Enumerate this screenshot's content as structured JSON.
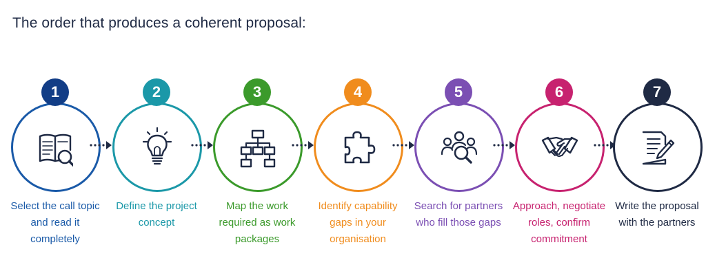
{
  "title": "The order that produces a coherent proposal:",
  "steps": [
    {
      "number": "1",
      "label": "Select the call topic and read it completely",
      "color": "#1a5aa8",
      "badge_color": "#123d86",
      "icon": "book-search-icon"
    },
    {
      "number": "2",
      "label": "Define the project concept",
      "color": "#1b98a8",
      "badge_color": "#1b98a8",
      "icon": "lightbulb-icon"
    },
    {
      "number": "3",
      "label": "Map the work required as work packages",
      "color": "#3b9a2b",
      "badge_color": "#3b9a2b",
      "icon": "flowchart-icon"
    },
    {
      "number": "4",
      "label": "Identify capability gaps in your organisation",
      "color": "#f08c1d",
      "badge_color": "#f08c1d",
      "icon": "puzzle-icon"
    },
    {
      "number": "5",
      "label": "Search for partners who fill those gaps",
      "color": "#7b4fb3",
      "badge_color": "#7b4fb3",
      "icon": "people-search-icon"
    },
    {
      "number": "6",
      "label": "Approach, negotiate roles, confirm commitment",
      "color": "#c7226f",
      "badge_color": "#c7226f",
      "icon": "handshake-icon"
    },
    {
      "number": "7",
      "label": "Write the proposal with the partners",
      "color": "#1f2a44",
      "badge_color": "#1f2a44",
      "icon": "document-pen-icon"
    }
  ]
}
